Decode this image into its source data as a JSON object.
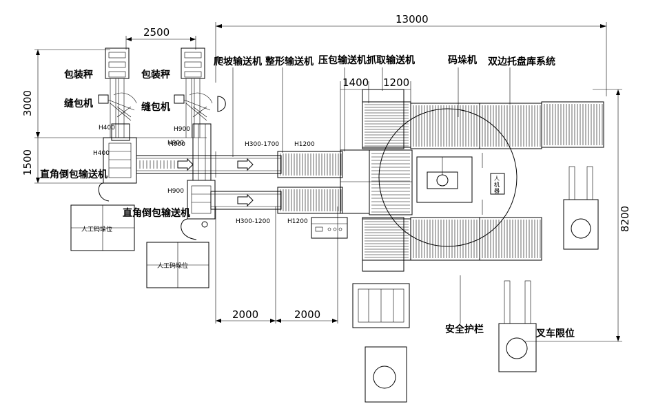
{
  "dimensions": {
    "top_total": "13000",
    "top_left_span": "2500",
    "left_upper": "3000",
    "left_lower": "1500",
    "right_total": "8200",
    "bottom_a": "2000",
    "bottom_b": "2000",
    "gap_a": "1400",
    "gap_b": "1200"
  },
  "labels": {
    "packing_scale_1": "包装秤",
    "packing_scale_2": "包装秤",
    "sewing_machine_1": "缝包机",
    "sewing_machine_2": "缝包机",
    "climbing_conveyor": "爬坡输送机",
    "shaping_conveyor": "整形输送机",
    "pressing_conveyor": "压包输送机",
    "grabbing_conveyor": "抓取输送机",
    "palletizer": "码垛机",
    "pallet_warehouse": "双边托盘库系统",
    "right_angle_conveyor_1": "直角倒包输送机",
    "right_angle_conveyor_2": "直角倒包输送机",
    "manual_station_1": "人工码垛位",
    "manual_station_2": "人工码垛位",
    "safety_fence": "安全护栏",
    "forklift_limit": "叉车限位"
  },
  "heights": {
    "h400_top": "H400",
    "h900_top": "H900",
    "h400_mid": "H400",
    "h900_mid": "H900",
    "h900_low": "H900",
    "h900_left": "H900",
    "h300_1700": "H300-1700",
    "h1200_upper": "H1200",
    "h300_1200": "H300-1200",
    "h1200_lower": "H1200"
  },
  "robot_tag": [
    "人",
    "机",
    "器"
  ],
  "colors": {
    "line": "#000000",
    "background": "#ffffff"
  }
}
